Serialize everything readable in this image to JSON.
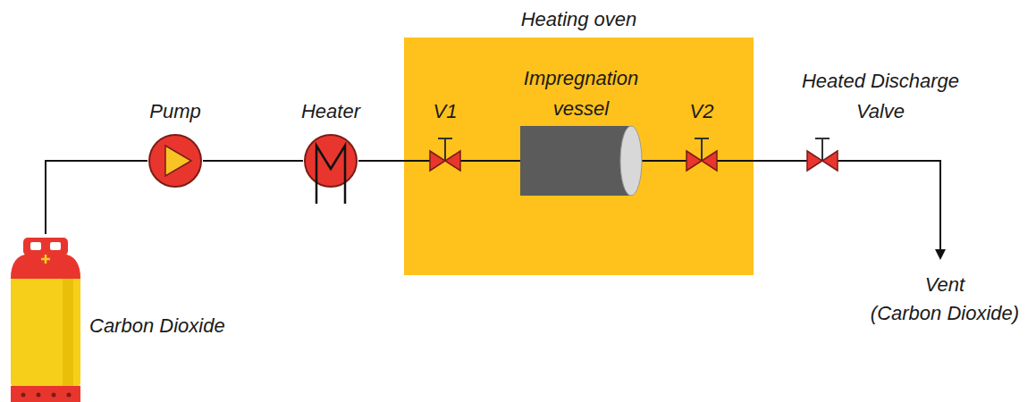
{
  "diagram": {
    "nodes": [
      {
        "text": [
          "Carbon Dioxide"
        ]
      },
      {
        "text": [
          "Pump"
        ]
      },
      {
        "text": [
          "Heater"
        ]
      },
      {
        "text": [
          "Heating oven"
        ]
      },
      {
        "text": [
          "V1"
        ],
        "in": 3
      },
      {
        "text": [
          "Impregnation vessel"
        ],
        "in": 3
      },
      {
        "text": [
          "V2"
        ],
        "in": 3
      },
      {
        "text": [
          "Heated Discharge Valve"
        ]
      }
    ],
    "edges": [
      {
        "from": 0,
        "to": 1,
        "arrow": "none"
      },
      {
        "from": 1,
        "to": 2,
        "arrow": "none"
      },
      {
        "from": 2,
        "to": 4,
        "arrow": "none"
      },
      {
        "from": 4,
        "to": 5,
        "arrow": "none"
      },
      {
        "from": 5,
        "to": 6,
        "arrow": "none"
      },
      {
        "from": 6,
        "to": 7,
        "arrow": "none"
      }
    ],
    "labels": [
      "Vent",
      "(Carbon Dioxide)"
    ]
  }
}
